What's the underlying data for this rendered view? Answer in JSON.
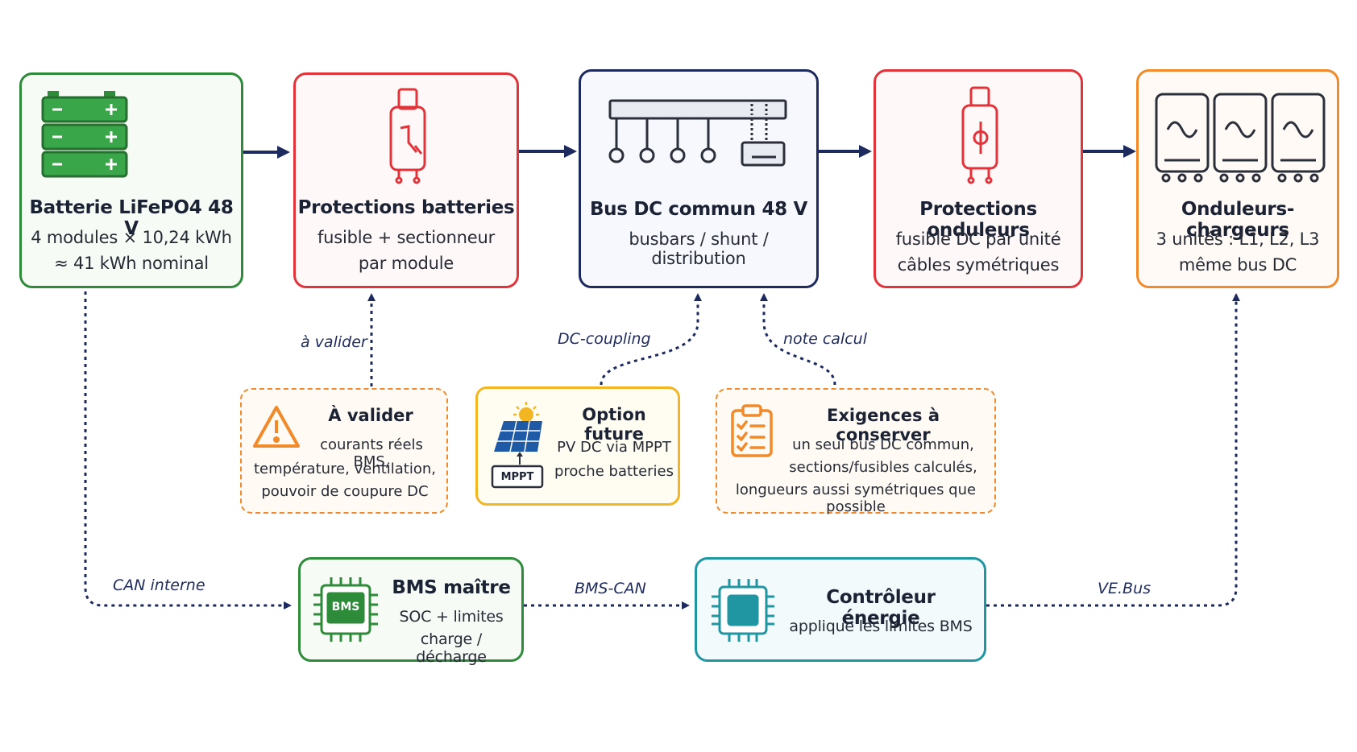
{
  "colors": {
    "green": "#2e8b3a",
    "red": "#e0343a",
    "navy": "#1c2a5e",
    "orange": "#f08a2a",
    "yellow": "#f2b623",
    "teal": "#2196a3",
    "solar_blue": "#1f5aa6"
  },
  "boxes": {
    "battery": {
      "title": "Batterie LiFePO4 48 V",
      "line1": "4 modules × 10,24 kWh",
      "line2": "≈ 41 kWh nominal",
      "icon": "battery-stack-icon"
    },
    "battery_protection": {
      "title": "Protections batteries",
      "line1": "fusible + sectionneur",
      "line2": "par module",
      "icon": "fuse-disconnector-icon"
    },
    "dc_bus": {
      "title": "Bus DC commun 48 V",
      "line1": "busbars / shunt / distribution",
      "icon": "busbar-icon"
    },
    "inverter_protection": {
      "title": "Protections onduleurs",
      "line1": "fusible DC par unité",
      "line2": "câbles symétriques",
      "icon": "fuse-icon"
    },
    "inverters": {
      "title": "Onduleurs-chargeurs",
      "line1": "3 unités : L1, L2, L3",
      "line2": "même bus DC",
      "icon": "inverter-charger-icon"
    },
    "bms": {
      "title": "BMS maître",
      "line1": "SOC + limites",
      "line2": "charge / décharge",
      "chip_label": "BMS",
      "icon": "bms-chip-icon"
    },
    "controller": {
      "title": "Contrôleur énergie",
      "line1": "applique les limites BMS",
      "icon": "processor-chip-icon"
    }
  },
  "notes": {
    "to_validate": {
      "title": "À valider",
      "line1": "courants réels BMS,",
      "line2": "température, ventilation,",
      "line3": "pouvoir de coupure DC",
      "icon": "warning-icon"
    },
    "future_option": {
      "title": "Option future",
      "line1": "PV DC via MPPT",
      "line2": "proche batteries",
      "mppt_label": "MPPT",
      "icon": "solar-panel-icon"
    },
    "requirements": {
      "title": "Exigences à conserver",
      "line1": "un seul bus DC commun,",
      "line2": "sections/fusibles calculés,",
      "line3": "longueurs aussi symétriques que possible",
      "icon": "checklist-icon"
    }
  },
  "connector_labels": {
    "a_valider": "à valider",
    "dc_coupling": "DC-coupling",
    "note_calcul": "note calcul",
    "can_interne": "CAN interne",
    "bms_can": "BMS-CAN",
    "ve_bus": "VE.Bus"
  }
}
